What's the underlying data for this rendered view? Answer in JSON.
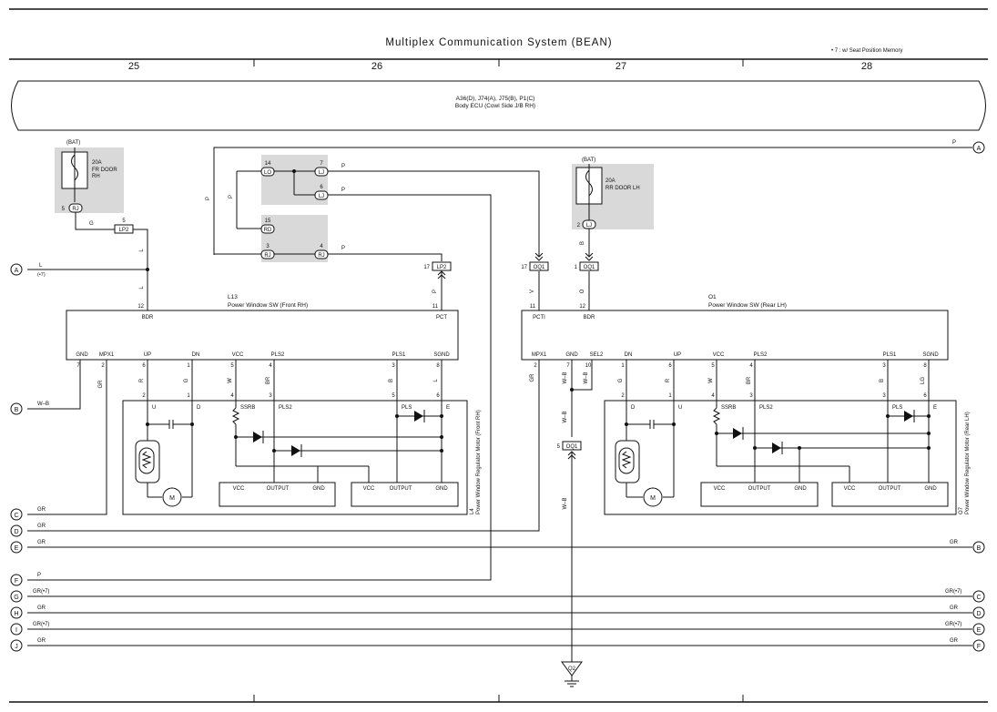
{
  "header": {
    "title": "Multiplex Communication System (BEAN)",
    "note": "• 7 : w/ Seat Position Memory",
    "columns": [
      "25",
      "26",
      "27",
      "28"
    ]
  },
  "ecu": {
    "line1": "A36(D), J74(A), J75(B), P1(C)",
    "line2": "Body ECU (Cowl Side J/B RH)"
  },
  "fuse_right": {
    "source": "(BAT)",
    "rating": "20A",
    "name": "FR DOOR",
    "name2": "RH",
    "pin": "5",
    "conn": "RJ"
  },
  "fuse_left": {
    "source": "(BAT)",
    "rating": "20A",
    "name": "RR DOOR LH",
    "pin": "2",
    "conn": "LJ"
  },
  "junctions": {
    "lp2_a": {
      "pin": "5",
      "id": "LP2"
    },
    "lp2_b": {
      "pin": "17",
      "id": "LP2"
    },
    "oq1_a": {
      "pin": "17",
      "id": "OQ1"
    },
    "oq1_b": {
      "pin": "1",
      "id": "OQ1"
    },
    "oq1_c": {
      "pin": "5",
      "id": "OQ1"
    },
    "j_lo": {
      "pin": "14",
      "id": "LO"
    },
    "j_lj1": {
      "pin": "7",
      "id": "LJ"
    },
    "j_lj2": {
      "pin": "6",
      "id": "LJ"
    },
    "j_rd": {
      "pin": "15",
      "id": "RD"
    },
    "j_rj1": {
      "pin": "3",
      "id": "RJ"
    },
    "j_rj2": {
      "pin": "4",
      "id": "RJ"
    },
    "ground": "Q2"
  },
  "wires": {
    "g": "G",
    "l": "L",
    "p": "P",
    "v": "V",
    "o": "O",
    "b": "B",
    "r": "R",
    "w": "W",
    "br": "BR",
    "lg": "LG",
    "gr": "GR",
    "grs": "GR(•7)",
    "wb": "W–B",
    "star7": "(•7)"
  },
  "switch_fr": {
    "id": "L13",
    "name": "Power Window SW (Front RH)",
    "top_pins": [
      "BDR",
      "PCT"
    ],
    "top_nums": [
      "12",
      "11"
    ],
    "bottom_pins": [
      "GND",
      "MPX1",
      "UP",
      "DN",
      "VCC",
      "PLS2",
      "PLS1",
      "SGND"
    ],
    "bottom_nums": [
      "7",
      "2",
      "6",
      "1",
      "5",
      "4",
      "3",
      "8"
    ]
  },
  "switch_rl": {
    "id": "O1",
    "name": "Power Window SW (Rear LH)",
    "top_pins": [
      "PCTI",
      "BDR"
    ],
    "top_nums": [
      "11",
      "12"
    ],
    "bottom_pins": [
      "MPX1",
      "GND",
      "SEL2",
      "DN",
      "UP",
      "VCC",
      "PLS2",
      "PLS1",
      "SGND"
    ],
    "bottom_nums": [
      "2",
      "7",
      "10",
      "1",
      "6",
      "5",
      "4",
      "3",
      "8"
    ]
  },
  "motor_fr": {
    "id": "L4",
    "name": "Power Window Regulator Motor (Front RH)",
    "pins": [
      "U",
      "D",
      "SSRB",
      "PLS2",
      "PLS",
      "E"
    ],
    "pin_nums": [
      "2",
      "1",
      "4",
      "3",
      "5",
      "6"
    ],
    "ic1": [
      "VCC",
      "OUTPUT",
      "GND"
    ],
    "ic2": [
      "VCC",
      "OUTPUT",
      "GND"
    ],
    "motor": "M"
  },
  "motor_rl": {
    "id": "O7",
    "name": "Power Window Regulator Motor (Rear LH)",
    "pins": [
      "D",
      "U",
      "SSRB",
      "PLS2",
      "PLS",
      "E"
    ],
    "pin_nums": [
      "2",
      "1",
      "4",
      "3",
      "3",
      "6"
    ],
    "ic1": [
      "VCC",
      "OUTPUT",
      "GND"
    ],
    "ic2": [
      "VCC",
      "OUTPUT",
      "GND"
    ],
    "motor": "M"
  },
  "terminals": {
    "left": [
      "A",
      "B",
      "C",
      "D",
      "E",
      "F",
      "G",
      "H",
      "I",
      "J"
    ],
    "right": [
      "A",
      "B",
      "C",
      "D",
      "E",
      "F"
    ]
  }
}
